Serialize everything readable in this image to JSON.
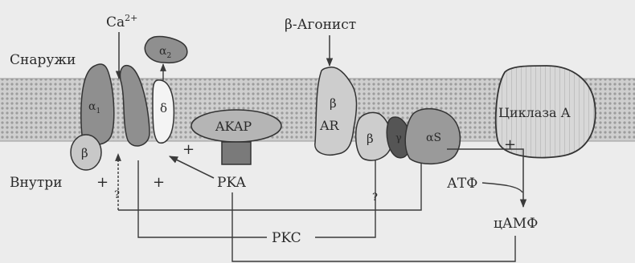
{
  "labels": {
    "calcium": "Ca",
    "calcium_charge": "2+",
    "outside": "Снаружи",
    "inside": "Внутри",
    "beta_agonist": "β-Агонист",
    "alpha1": "α",
    "alpha1_sub": "1",
    "alpha2": "α",
    "alpha2_sub": "2",
    "beta_subunit": "β",
    "delta": "δ",
    "akap": "AKAP",
    "pka": "PKA",
    "ar_beta": "β",
    "ar": "AR",
    "g_beta": "β",
    "g_gamma": "γ",
    "alpha_s": "αS",
    "cyclase": "Циклаза А",
    "atp": "АТФ",
    "camp": "цАМФ",
    "pkc": "PKC",
    "plus": "+",
    "question": "?"
  },
  "colors": {
    "background": "#ececec",
    "membrane": "#c9c9c9",
    "channel_dark": "#8e8e8e",
    "akap_fill": "#b5b5b5",
    "anchor_fill": "#7a7a7a",
    "gamma_fill": "#555555",
    "alpha_s_fill": "#9a9a9a",
    "cyclase_fill": "#d6d6d6",
    "line": "#3a3a3a"
  }
}
